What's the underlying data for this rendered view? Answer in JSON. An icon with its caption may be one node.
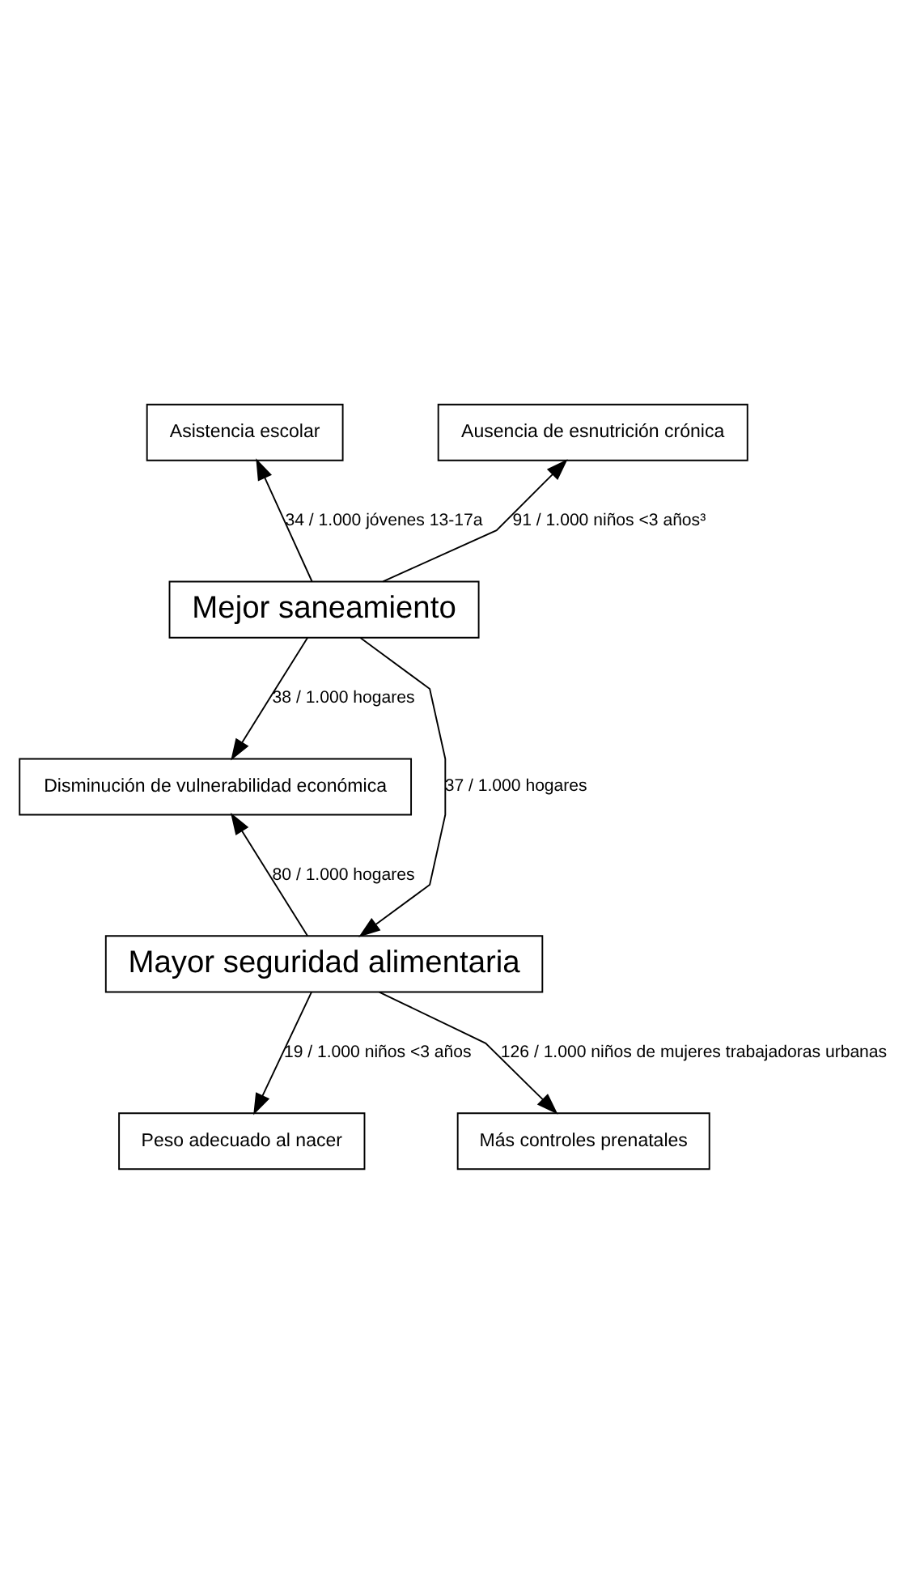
{
  "diagram": {
    "nodes": [
      {
        "text": [
          "Asistencia escolar"
        ]
      },
      {
        "text": [
          "Ausencia de esnutrición crónica"
        ]
      },
      {
        "text": [
          "Mejor saneamiento"
        ]
      },
      {
        "text": [
          "Disminución de vulnerabilidad económica"
        ]
      },
      {
        "text": [
          "Mayor seguridad alimentaria"
        ]
      },
      {
        "text": [
          "Peso adecuado al nacer"
        ]
      },
      {
        "text": [
          "Más controles prenatales"
        ]
      }
    ],
    "edges": [
      {
        "from": 2,
        "to": 0,
        "arrow": "to",
        "label": "34 / 1.000 jóvenes 13-17a"
      },
      {
        "from": 2,
        "to": 1,
        "arrow": "to",
        "label": "91 / 1.000 niños <3 años³"
      },
      {
        "from": 2,
        "to": 4,
        "arrow": "to",
        "label": "37 / 1.000 hogares"
      },
      {
        "from": 2,
        "to": 3,
        "arrow": "to",
        "label": "38 / 1.000 hogares"
      },
      {
        "from": 4,
        "to": 3,
        "arrow": "to",
        "label": "80 / 1.000 hogares"
      },
      {
        "from": 4,
        "to": 5,
        "arrow": "to",
        "label": "19 / 1.000 niños <3 años"
      },
      {
        "from": 4,
        "to": 6,
        "arrow": "to",
        "label": "126 / 1.000 niños de mujeres trabajadoras urbanas"
      }
    ]
  }
}
